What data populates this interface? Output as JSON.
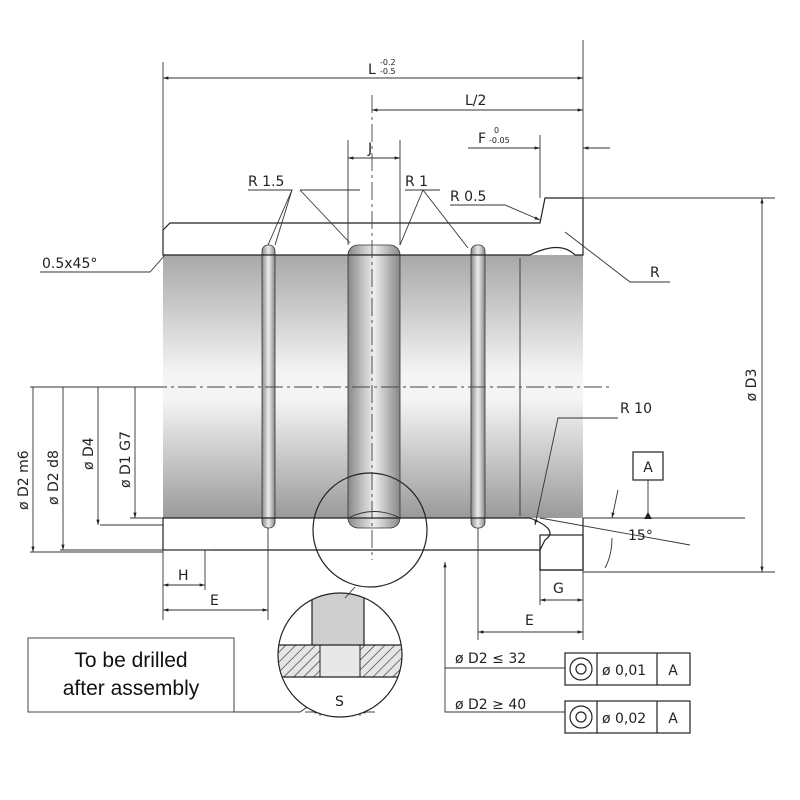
{
  "dimensions": {
    "L": "L",
    "L_tol_upper": "-0.2",
    "L_tol_lower": "-0.5",
    "L_half": "L/2",
    "F": "F",
    "F_tol_upper": "0",
    "F_tol_lower": "-0.05",
    "J": "J",
    "R15": "R 1.5",
    "R1": "R 1",
    "R05": "R 0.5",
    "R": "R",
    "R10": "R 10",
    "chamfer": "0.5x45°",
    "D3": "ø D3",
    "D2m6": "ø D2 m6",
    "D2d8": "ø D2 d8",
    "D4": "ø D4",
    "D1G7": "ø D1 G7",
    "H": "H",
    "E_left": "E",
    "E_right": "E",
    "G": "G",
    "S": "S",
    "angle": "15°",
    "datum": "A"
  },
  "tolerance_frames": [
    {
      "condition": "ø D2 ≤ 32",
      "symbol": "concentricity",
      "value": "ø 0,01",
      "datum": "A"
    },
    {
      "condition": "ø D2 ≥ 40",
      "symbol": "concentricity",
      "value": "ø 0,02",
      "datum": "A"
    }
  ],
  "note": {
    "line1": "To be drilled",
    "line2": "after assembly"
  }
}
